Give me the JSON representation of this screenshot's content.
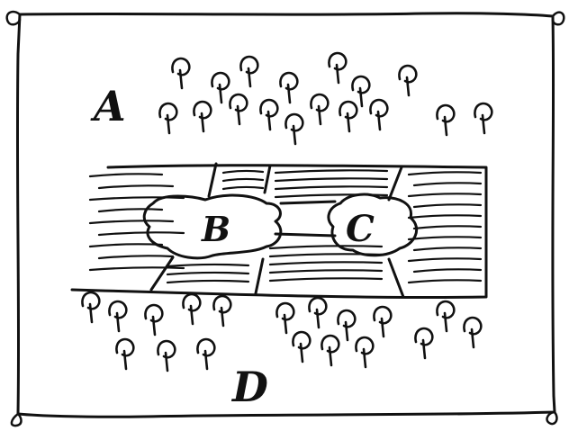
{
  "map": {
    "ink_color": "#111111",
    "paper_color": "#ffffff",
    "labels": {
      "a": "A",
      "b": "B",
      "c": "C",
      "d": "D"
    },
    "features": [
      "tree-cluster-north",
      "river-banks",
      "clearing-b",
      "clearing-c",
      "tree-cluster-south"
    ]
  }
}
